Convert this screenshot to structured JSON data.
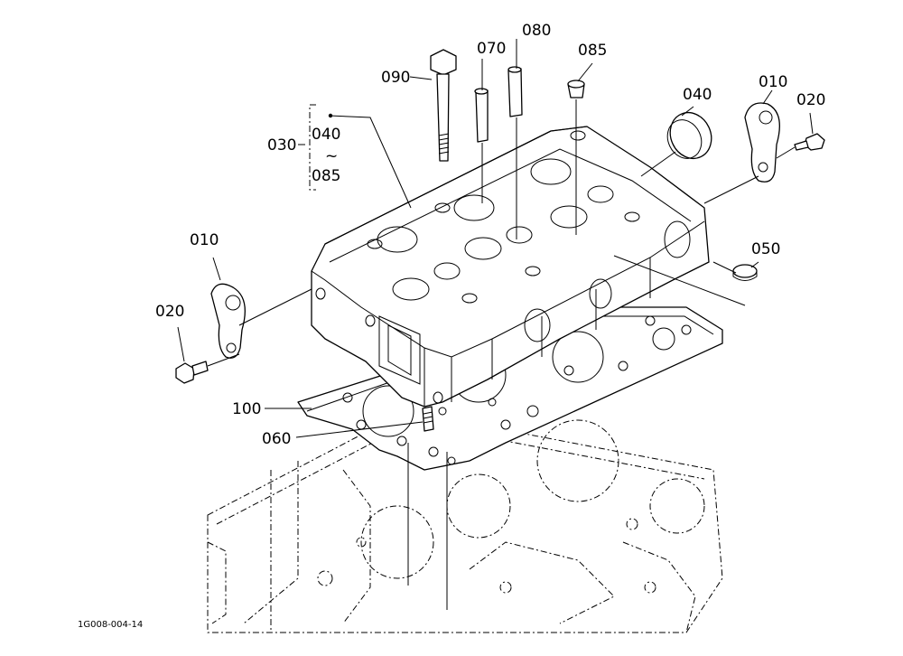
{
  "drawing_code": "1G008-004-14",
  "callouts": {
    "c010_left": "010",
    "c020_left": "020",
    "c030": "030",
    "c040_range_start": "040",
    "c_range_tilde": "~",
    "c085_range_end": "085",
    "c090": "090",
    "c070": "070",
    "c080": "080",
    "c085": "085",
    "c040": "040",
    "c010_right": "010",
    "c020_right": "020",
    "c050": "050",
    "c100": "100",
    "c060": "060"
  }
}
